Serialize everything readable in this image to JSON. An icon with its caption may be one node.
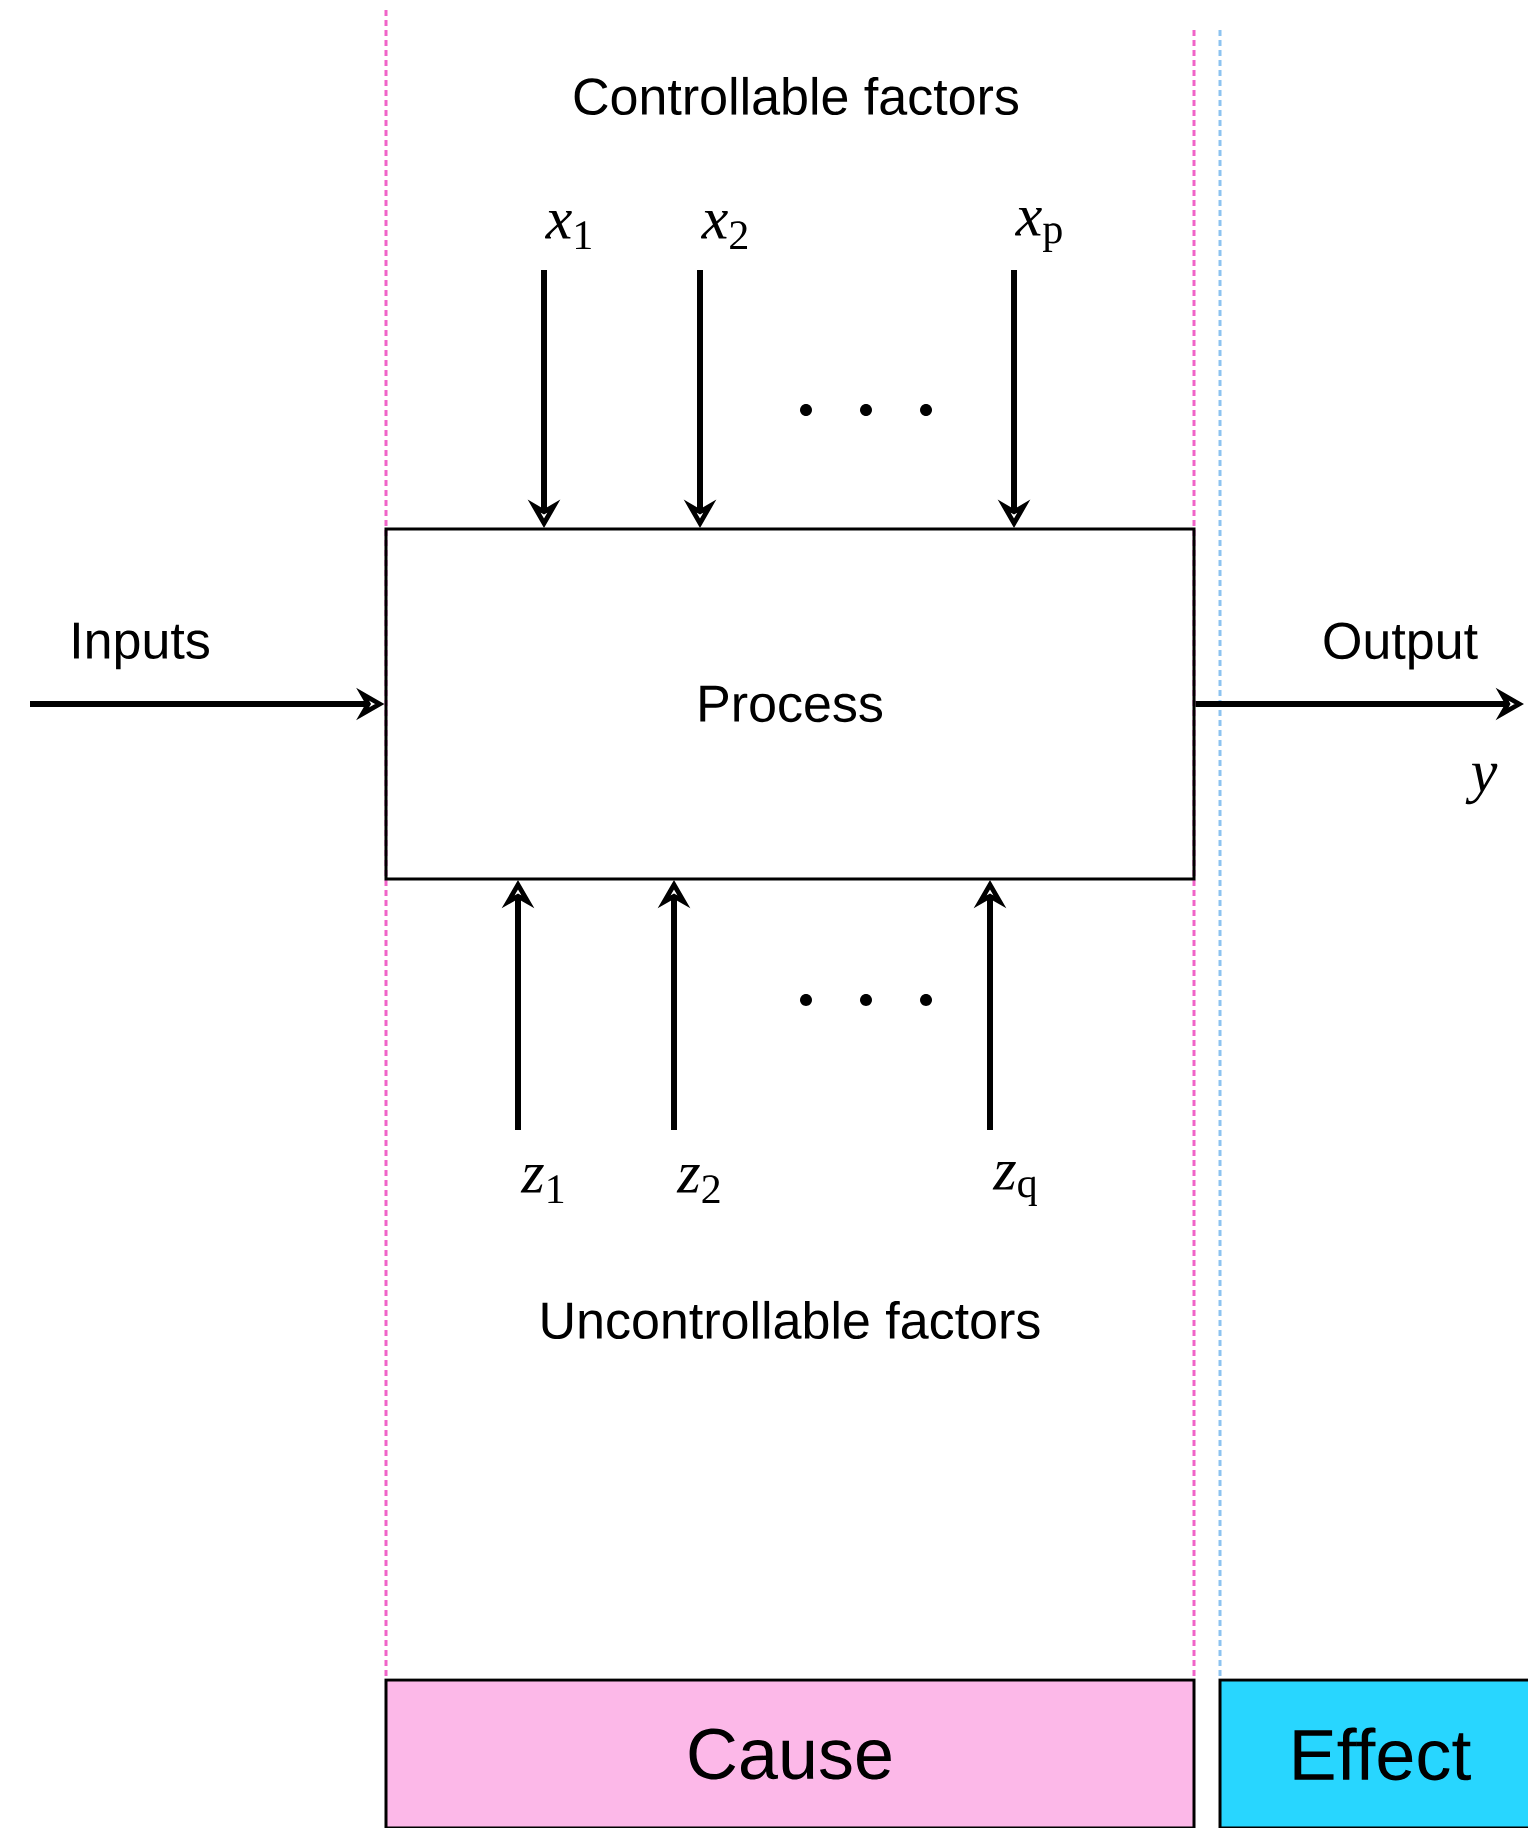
{
  "diagram": {
    "nodes": [
      {
        "text": [
          "Process"
        ]
      },
      {
        "text": [
          "*x*$_{1}$"
        ]
      },
      {
        "text": [
          "*x*$_{2}$"
        ]
      },
      {
        "text": [
          "*x*$_{p}$"
        ]
      },
      {
        "text": [
          "*z*$_{1}$"
        ]
      },
      {
        "text": [
          "*z*$_{2}$"
        ]
      },
      {
        "text": [
          "*z*$_{q}$"
        ]
      },
      {
        "text": [
          "Cause"
        ]
      },
      {
        "text": [
          "Effect"
        ]
      }
    ],
    "edges": [
      {
        "from": null,
        "to": 0,
        "arrow": "to",
        "label": "Inputs"
      },
      {
        "from": 0,
        "to": null,
        "arrow": "to",
        "label": "Output"
      },
      {
        "from": 1,
        "to": 0,
        "arrow": "to"
      },
      {
        "from": 2,
        "to": 0,
        "arrow": "to"
      },
      {
        "from": 3,
        "to": 0,
        "arrow": "to"
      },
      {
        "from": 4,
        "to": 0,
        "arrow": "to"
      },
      {
        "from": 5,
        "to": 0,
        "arrow": "to"
      },
      {
        "from": 6,
        "to": 0,
        "arrow": "to"
      }
    ],
    "labels": [
      "Controllable factors",
      "Uncontrollable factors",
      "*y*"
    ]
  }
}
